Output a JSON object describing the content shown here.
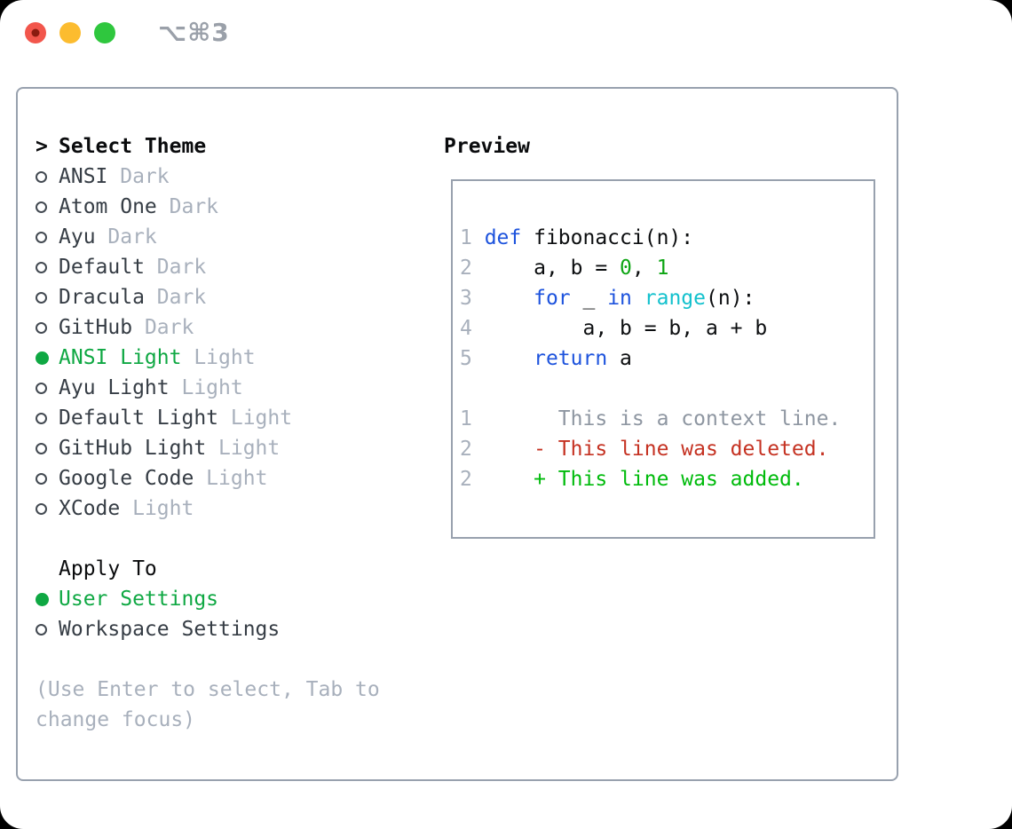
{
  "window": {
    "title": "⌥⌘3",
    "traffic_lights": [
      "close",
      "minimize",
      "zoom"
    ]
  },
  "theme_panel": {
    "prompt": ">",
    "header": "Select Theme",
    "items": [
      {
        "name": "ANSI",
        "tag": "Dark",
        "selected": false
      },
      {
        "name": "Atom One",
        "tag": "Dark",
        "selected": false
      },
      {
        "name": "Ayu",
        "tag": "Dark",
        "selected": false
      },
      {
        "name": "Default",
        "tag": "Dark",
        "selected": false
      },
      {
        "name": "Dracula",
        "tag": "Dark",
        "selected": false
      },
      {
        "name": "GitHub",
        "tag": "Dark",
        "selected": false
      },
      {
        "name": "ANSI Light",
        "tag": "Light",
        "selected": true
      },
      {
        "name": "Ayu Light",
        "tag": "Light",
        "selected": false
      },
      {
        "name": "Default Light",
        "tag": "Light",
        "selected": false
      },
      {
        "name": "GitHub Light",
        "tag": "Light",
        "selected": false
      },
      {
        "name": "Google Code",
        "tag": "Light",
        "selected": false
      },
      {
        "name": "XCode",
        "tag": "Light",
        "selected": false
      }
    ]
  },
  "apply_panel": {
    "header": "Apply To",
    "items": [
      {
        "name": "User Settings",
        "selected": true
      },
      {
        "name": "Workspace Settings",
        "selected": false
      }
    ]
  },
  "help_text": "(Use Enter to select, Tab to change focus)",
  "preview": {
    "header": "Preview",
    "code_lines": [
      {
        "number": "1",
        "segments": [
          {
            "text": "def",
            "color": "keyword"
          },
          {
            "text": " fibonacci(n):",
            "color": "plain"
          }
        ]
      },
      {
        "number": "2",
        "segments": [
          {
            "text": "    a, b = ",
            "color": "plain"
          },
          {
            "text": "0",
            "color": "number"
          },
          {
            "text": ", ",
            "color": "plain"
          },
          {
            "text": "1",
            "color": "number"
          }
        ]
      },
      {
        "number": "3",
        "segments": [
          {
            "text": "    ",
            "color": "plain"
          },
          {
            "text": "for",
            "color": "keyword"
          },
          {
            "text": " _ ",
            "color": "plain"
          },
          {
            "text": "in",
            "color": "keyword"
          },
          {
            "text": " ",
            "color": "plain"
          },
          {
            "text": "range",
            "color": "builtin"
          },
          {
            "text": "(n):",
            "color": "plain"
          }
        ]
      },
      {
        "number": "4",
        "segments": [
          {
            "text": "        a, b = b, a + b",
            "color": "plain"
          }
        ]
      },
      {
        "number": "5",
        "segments": [
          {
            "text": "    ",
            "color": "plain"
          },
          {
            "text": "return",
            "color": "keyword"
          },
          {
            "text": " a",
            "color": "plain"
          }
        ]
      }
    ],
    "diff_lines": [
      {
        "number": "1",
        "segments": [
          {
            "text": "      This is a context line.",
            "color": "context"
          }
        ]
      },
      {
        "number": "2",
        "segments": [
          {
            "text": "    - This line was deleted.",
            "color": "deleted"
          }
        ]
      },
      {
        "number": "2",
        "segments": [
          {
            "text": "    + This line was added.",
            "color": "added"
          }
        ]
      }
    ]
  },
  "colors": {
    "selected_green": "#0fa843",
    "item_text": "#363d45",
    "muted": "#a8b0bc",
    "header_text": "#0a0b0d",
    "border": "#98a1ae",
    "titlebar_text": "#9aa0a9",
    "line_number": "#a8b0bc",
    "keyword": "#1d53dd",
    "builtin": "#13c1cd",
    "number": "#0da513",
    "plain": "#0c0e10",
    "context": "#8e96a1",
    "deleted": "#c53222",
    "added": "#00bb0c",
    "traffic_red": "#f2564c",
    "traffic_red_dot": "#8a1b10",
    "traffic_yellow": "#fcbc2f",
    "traffic_green": "#2fc73e"
  }
}
